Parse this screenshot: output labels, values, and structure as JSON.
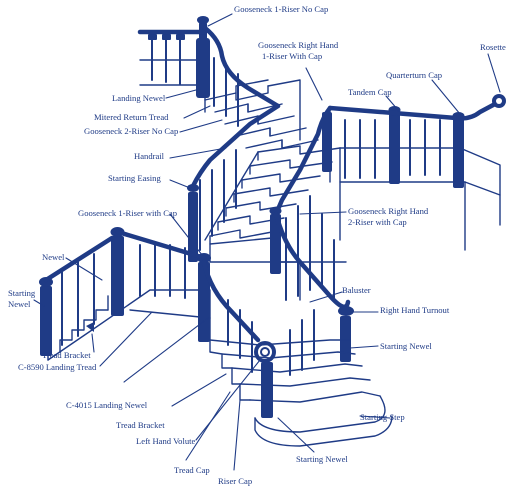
{
  "colors": {
    "ink": "#1f3b86",
    "background": "#ffffff"
  },
  "labels": {
    "gooseneck_1_riser_no_cap": "Gooseneck 1-Riser No Cap",
    "gooseneck_right_hand_1_riser_with_cap": [
      "Gooseneck Right Hand",
      "1-Riser With Cap"
    ],
    "rosette": "Rosette",
    "quarterturn_cap": "Quarterturn Cap",
    "tandem_cap": "Tandem Cap",
    "landing_newel_top": "Landing Newel",
    "mitered_return_tread": "Mitered Return Tread",
    "gooseneck_2_riser_no_cap": "Gooseneck 2-Riser No Cap",
    "handrail": "Handrail",
    "starting_easing": "Starting Easing",
    "gooseneck_1_riser_with_cap": "Gooseneck 1-Riser with Cap",
    "gooseneck_right_hand_2_riser_with_cap": [
      "Gooseneck Right Hand",
      "2-Riser with Cap"
    ],
    "newel": "Newel",
    "starting_newel_left": [
      "Starting",
      "Newel"
    ],
    "baluster": "Baluster",
    "right_hand_turnout": "Right Hand Turnout",
    "starting_newel_right": "Starting Newel",
    "tread_bracket_left": "Tread Bracket",
    "c8590_landing_tread": "C-8590 Landing Tread",
    "c4015_landing_newel": "C-4015 Landing Newel",
    "tread_bracket_bottom": "Tread Bracket",
    "left_hand_volute": "Left Hand Volute",
    "starting_step": "Starting Step",
    "tread_cap": "Tread Cap",
    "riser_cap": "Riser Cap",
    "starting_newel_bottom": "Starting Newel"
  }
}
